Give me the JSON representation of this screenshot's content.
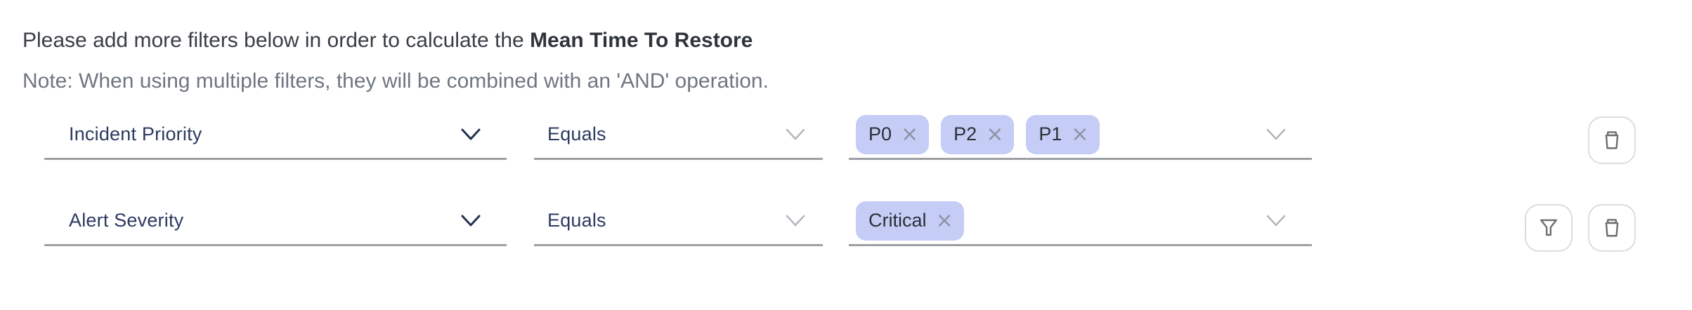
{
  "header": {
    "intro": "Please add more filters below in order to calculate the ",
    "metric": "Mean Time To Restore",
    "note": "Note: When using multiple filters, they will be combined with an 'AND' operation."
  },
  "glyphs": {
    "remove": "×"
  },
  "colors": {
    "tag_background": "#c5cdf6",
    "tag_text": "#2b2f36",
    "tag_remove": "#8d93a4",
    "select_text": "#2c3a5e",
    "chevron_active": "#22314f",
    "chevron_muted": "#b4b7bd",
    "underline": "#9e9fa3",
    "header_text": "#383d45",
    "note_text": "#6f7681",
    "icon_stroke": "#6e6e6e",
    "button_border": "#dcdddf"
  },
  "rows": [
    {
      "field": "Incident Priority",
      "operator": "Equals",
      "values": [
        {
          "label": "P0"
        },
        {
          "label": "P2"
        },
        {
          "label": "P1"
        }
      ],
      "actions": [
        "delete"
      ]
    },
    {
      "field": "Alert Severity",
      "operator": "Equals",
      "values": [
        {
          "label": "Critical"
        }
      ],
      "actions": [
        "apply-filter",
        "delete"
      ]
    }
  ]
}
